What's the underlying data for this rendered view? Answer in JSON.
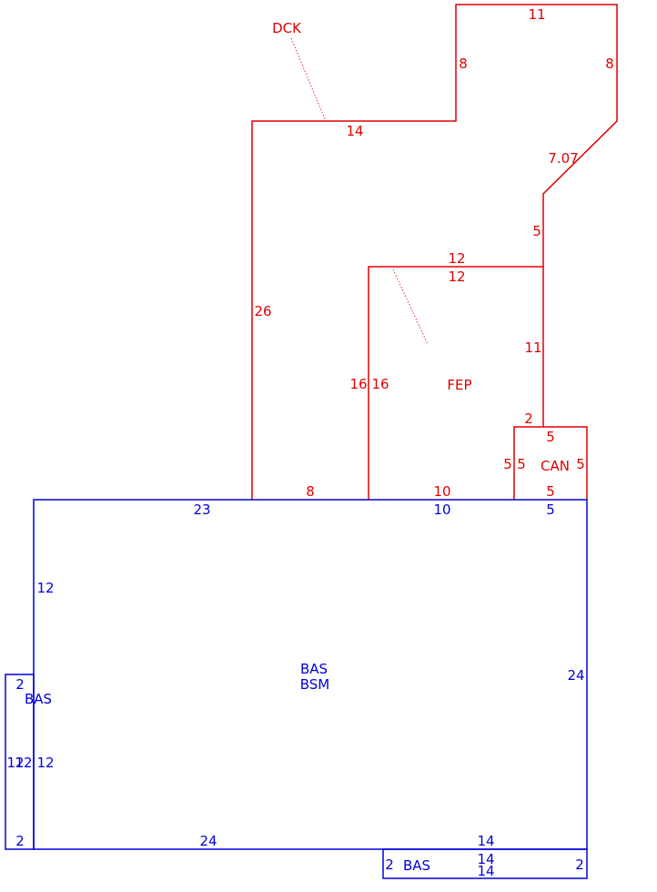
{
  "colors": {
    "upper": "#e00000",
    "lower": "#0000dd"
  },
  "areas": {
    "dck": {
      "label": "DCK"
    },
    "fep": {
      "label": "FEP"
    },
    "can": {
      "label": "CAN"
    },
    "bas_main": {
      "label": "BAS",
      "sub_label": "BSM"
    },
    "bas_left": {
      "label": "BAS"
    },
    "bas_bottom": {
      "label": "BAS"
    }
  },
  "dimensions": {
    "dck": {
      "top": "11",
      "inner_left": "8",
      "right_upper": "8",
      "diagonal": "7.07",
      "step_top": "14",
      "left": "26",
      "right_mid": "5",
      "bottom": "8"
    },
    "fep": {
      "top_outer": "12",
      "top_inner": "12",
      "left_outer": "16",
      "left_inner": "16",
      "right": "11",
      "right_lower": "2",
      "bottom": "10"
    },
    "can": {
      "top": "5",
      "left_outer": "5",
      "left_inner": "5",
      "right": "5",
      "bottom": "5"
    },
    "bas_main": {
      "top_left": "23",
      "top_mid": "10",
      "top_right": "5",
      "left_upper": "12",
      "left_lower": "12",
      "right": "24",
      "bottom": "24",
      "bottom_right": "14"
    },
    "bas_left": {
      "top": "2",
      "left": "12",
      "right": "12",
      "bottom": "2"
    },
    "bas_bottom": {
      "top": "14",
      "bottom": "14",
      "left": "2",
      "right": "2"
    }
  }
}
